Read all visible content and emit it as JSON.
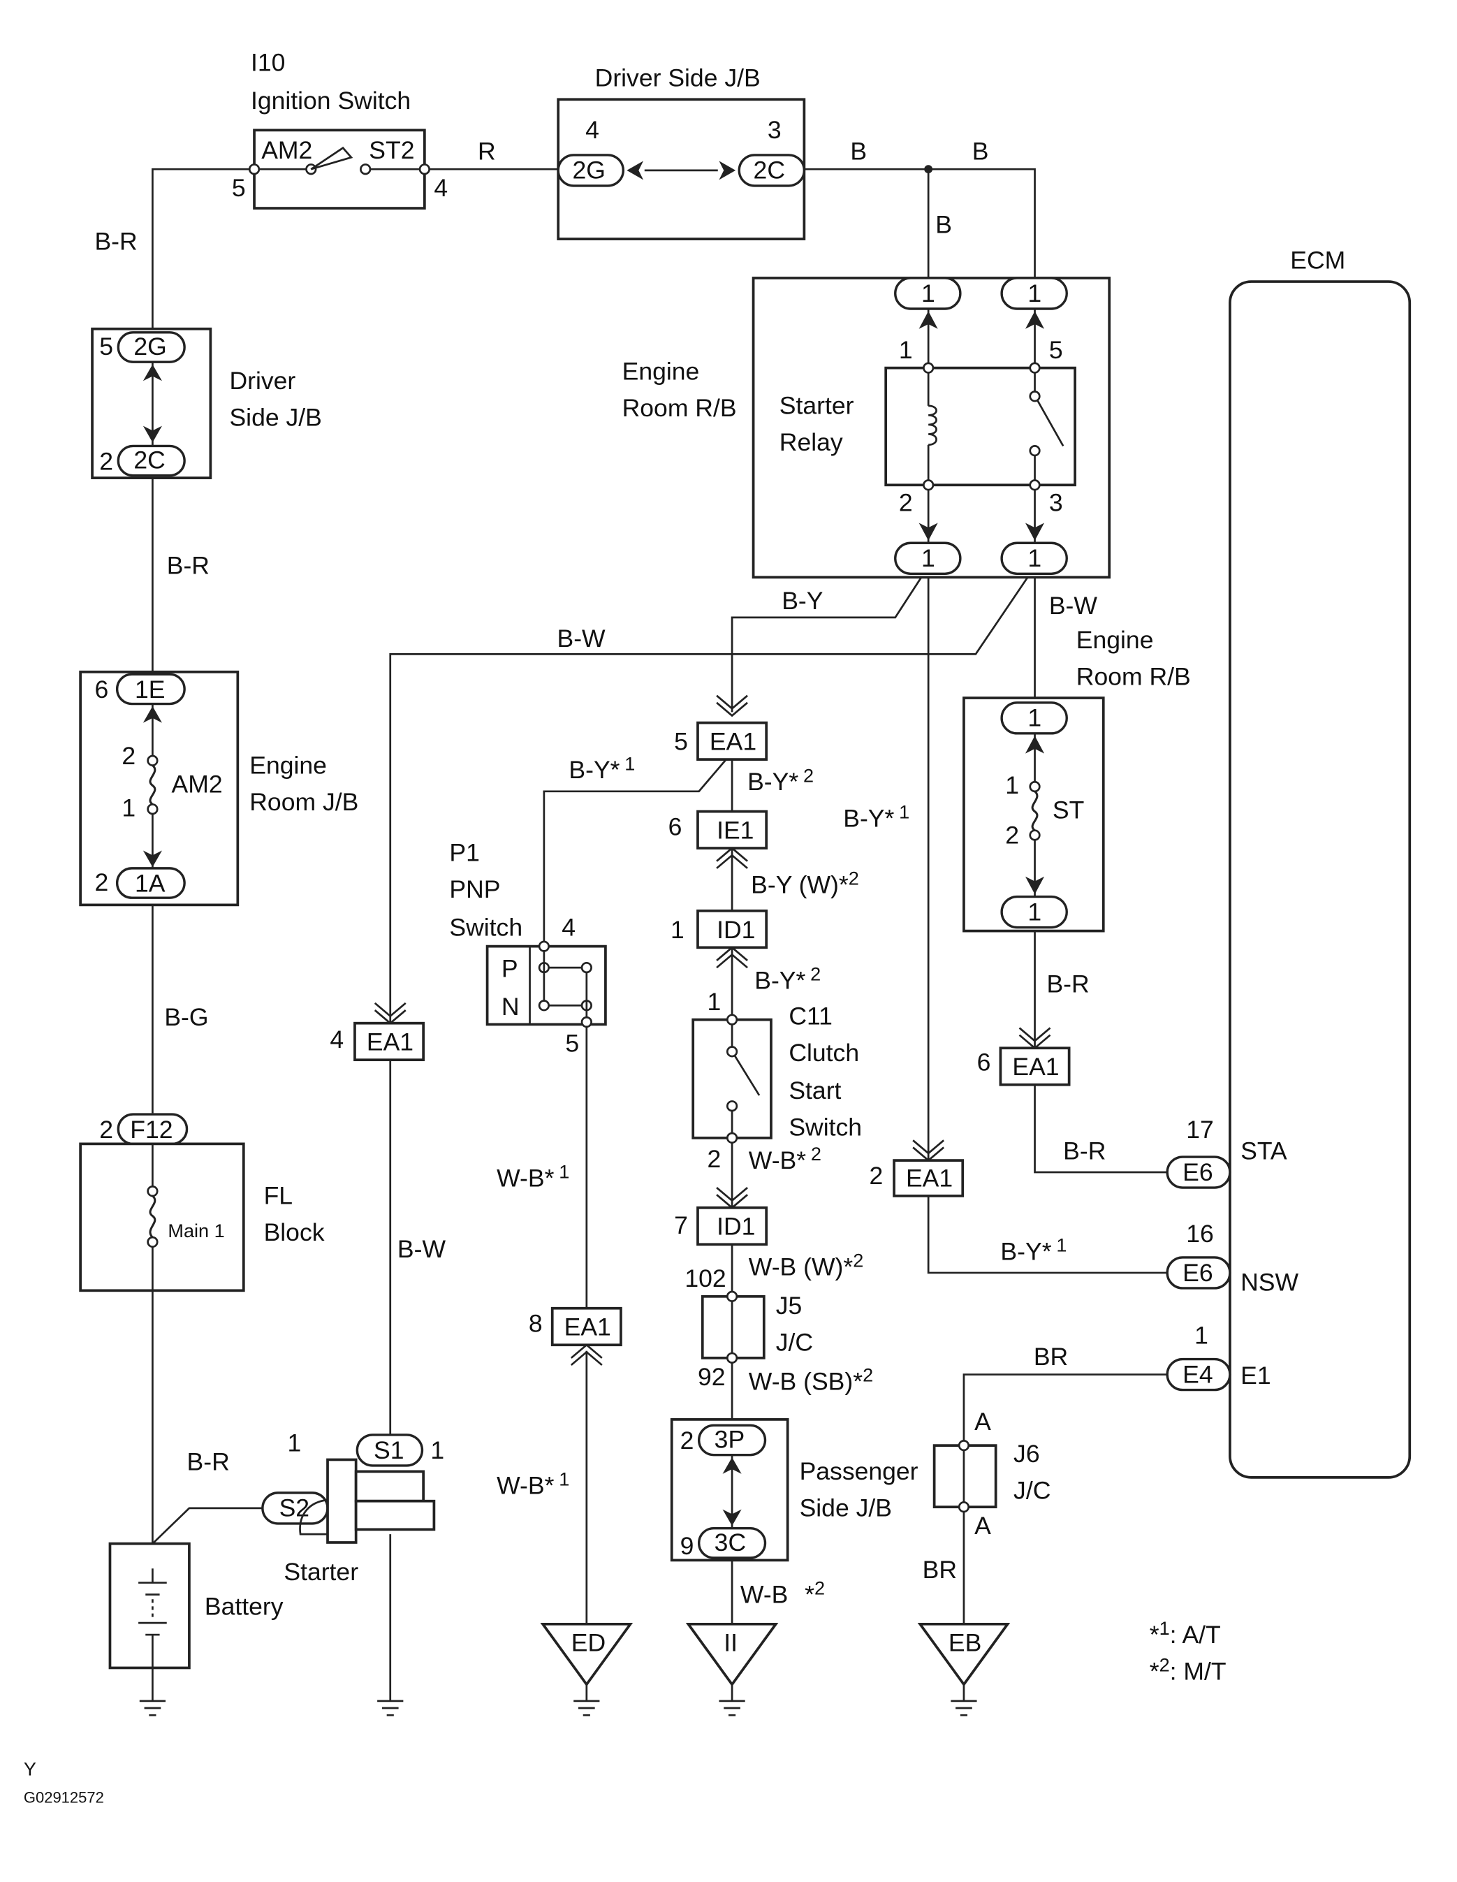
{
  "ignition": {
    "ref": "I10",
    "name": "Ignition Switch",
    "left_term": "AM2",
    "right_term": "ST2",
    "pin_left": "5",
    "pin_right": "4"
  },
  "driver_jb_top": {
    "title": "Driver Side J/B",
    "pin_left": "4",
    "pin_right": "3",
    "conn_left": "2G",
    "conn_right": "2C"
  },
  "driver_jb_left": {
    "line1": "Driver",
    "line2": "Side J/B",
    "pin_top": "5",
    "pin_bottom": "2",
    "conn_top": "2G",
    "conn_bottom": "2C"
  },
  "engine_jb": {
    "line1": "Engine",
    "line2": "Room J/B",
    "pin_top": "6",
    "conn_top": "1E",
    "fuse": "AM2",
    "fuse_pin_a": "2",
    "fuse_pin_b": "1",
    "pin_bottom": "2",
    "conn_bottom": "1A"
  },
  "fl_block": {
    "line1": "FL",
    "line2": "Block",
    "pin": "2",
    "conn": "F12",
    "fuse": "Main 1"
  },
  "battery": {
    "label": "Battery"
  },
  "starter": {
    "label": "Starter",
    "pin_s1": "1",
    "pin_s2": "1",
    "conn_s1": "S1",
    "conn_s2": "S2"
  },
  "relay_box": {
    "line1": "Engine",
    "line2": "Room R/B",
    "relay_line1": "Starter",
    "relay_line2": "Relay",
    "conn": "1",
    "pin1": "1",
    "pin5": "5",
    "pin2": "2",
    "pin3": "3"
  },
  "st_box": {
    "line1": "Engine",
    "line2": "Room R/B",
    "fuse": "ST",
    "pin_a": "1",
    "pin_b": "2",
    "conn": "1"
  },
  "pnp": {
    "ref": "P1",
    "line1": "PNP",
    "line2": "Switch",
    "pos_p": "P",
    "pos_n": "N",
    "pin_top": "4",
    "pin_bottom": "5"
  },
  "clutch": {
    "ref": "C11",
    "line1": "Clutch",
    "line2": "Start",
    "line3": "Switch",
    "pin_top": "1",
    "pin_bottom": "2"
  },
  "j5": {
    "ref": "J5",
    "name": "J/C",
    "pin_top": "102",
    "pin_bottom": "92"
  },
  "j6": {
    "ref": "J6",
    "name": "J/C",
    "pin_top": "A",
    "pin_bottom": "A"
  },
  "passenger_jb": {
    "line1": "Passenger",
    "line2": "Side J/B",
    "pin_top": "2",
    "pin_bottom": "9",
    "conn_top": "3P",
    "conn_bottom": "3C"
  },
  "connectors": {
    "ea1": "EA1",
    "ie1": "IE1",
    "id1": "ID1",
    "e6": "E6",
    "e4": "E4",
    "pin_ea1_5": "5",
    "pin_ie1": "6",
    "pin_id1_1": "1",
    "pin_ea1_4": "4",
    "pin_ea1_6": "6",
    "pin_ea1_2": "2",
    "pin_id1_7": "7",
    "pin_ea1_8": "8",
    "pin_e6_17": "17",
    "pin_e6_16": "16",
    "pin_e4": "1"
  },
  "ecm": {
    "title": "ECM",
    "sta": "STA",
    "nsw": "NSW",
    "e1": "E1"
  },
  "grounds": {
    "ed": "ED",
    "ii": "II",
    "eb": "EB"
  },
  "wires": {
    "r": "R",
    "b1": "B",
    "b2": "B",
    "b3": "B",
    "br_top": "B-R",
    "br_mid": "B-R",
    "bg": "B-G",
    "br_batt": "B-R",
    "bw_starter": "B-W",
    "by_top": "B-Y",
    "bw_top": "B-W",
    "bw_right": "B-W",
    "by1_pnp": "B-Y",
    "by2_ie1": "B-Y",
    "by1_long": "B-Y",
    "by_w": "B-Y  (W)",
    "by2_clutch": "B-Y",
    "wb2_clutch": "W-B",
    "wb1_pnp": "W-B",
    "wb_w": "W-B  (W)",
    "wb_sb": "W-B  (SB)",
    "wb1_ed": "W-B",
    "wb_ii": "W-B",
    "br_ecm": "B-R",
    "by1_nsw": "B-Y",
    "brn": "BR",
    "brn2": "BR"
  },
  "marks": {
    "s1": "*",
    "n1": "1",
    "s2": "*",
    "n2": "2"
  },
  "legend": [
    {
      "mark": "*",
      "num": "1",
      "text": ": A/T"
    },
    {
      "mark": "*",
      "num": "2",
      "text": ": M/T"
    }
  ],
  "footer": {
    "letter": "Y",
    "code": "G02912572"
  }
}
